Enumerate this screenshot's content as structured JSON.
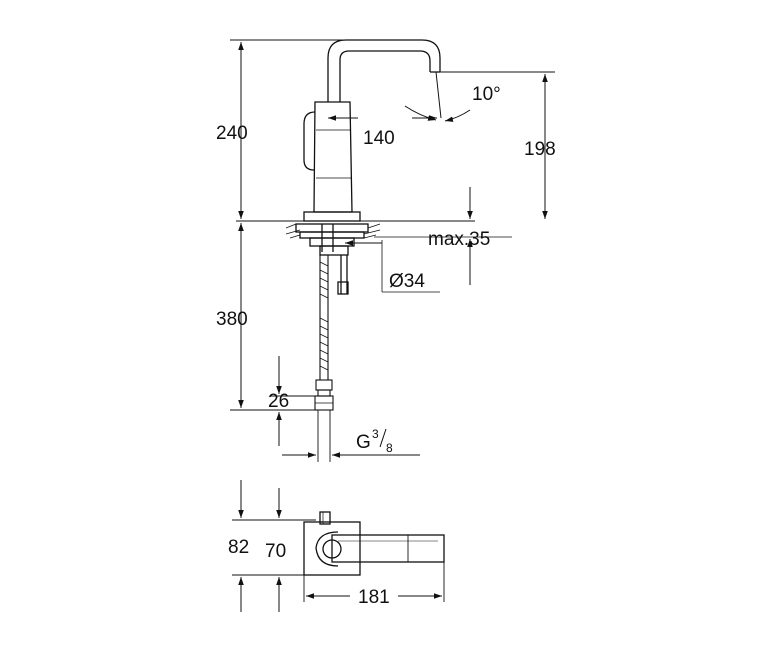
{
  "colors": {
    "line": "#111111",
    "background": "#ffffff"
  },
  "dimensions": {
    "height_total": "240",
    "spout_reach": "140",
    "spout_angle": "10°",
    "spout_height": "198",
    "max_deck": "max.35",
    "hole_diameter": "Ø34",
    "hose_length": "380",
    "connector": "26",
    "thread_main": "G",
    "thread_sup": "3",
    "thread_sub": "8",
    "plan_depth_outer": "82",
    "plan_depth_inner": "70",
    "plan_length": "181"
  }
}
